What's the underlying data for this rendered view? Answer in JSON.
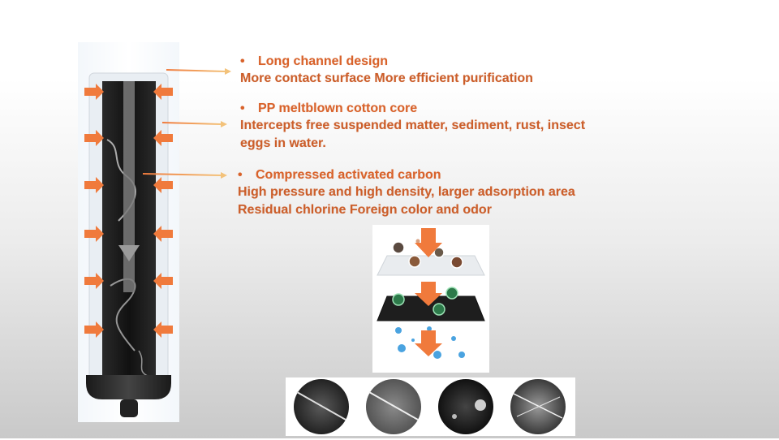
{
  "features": [
    {
      "bullet": "•",
      "title": "Long channel design",
      "lines": [
        "More contact surface More efficient purification"
      ]
    },
    {
      "bullet": "•",
      "title": "PP meltblown cotton core",
      "lines": [
        "Intercepts free suspended matter, sediment, rust, insect",
        "eggs in water."
      ]
    },
    {
      "bullet": "•",
      "title": "Compressed activated carbon",
      "lines": [
        "High pressure and high density, larger adsorption area",
        "Residual chlorine Foreign color and odor"
      ]
    }
  ],
  "colors": {
    "text_accent": "#d9622a",
    "arrow_orange": "#f07a3c",
    "carbon_black": "#1c1c1c",
    "filter_gray": "#9a9a9a"
  },
  "images": [
    "filter-cartridge-cutaway",
    "filtration-layers-diagram",
    "microscope-fiber-views"
  ]
}
